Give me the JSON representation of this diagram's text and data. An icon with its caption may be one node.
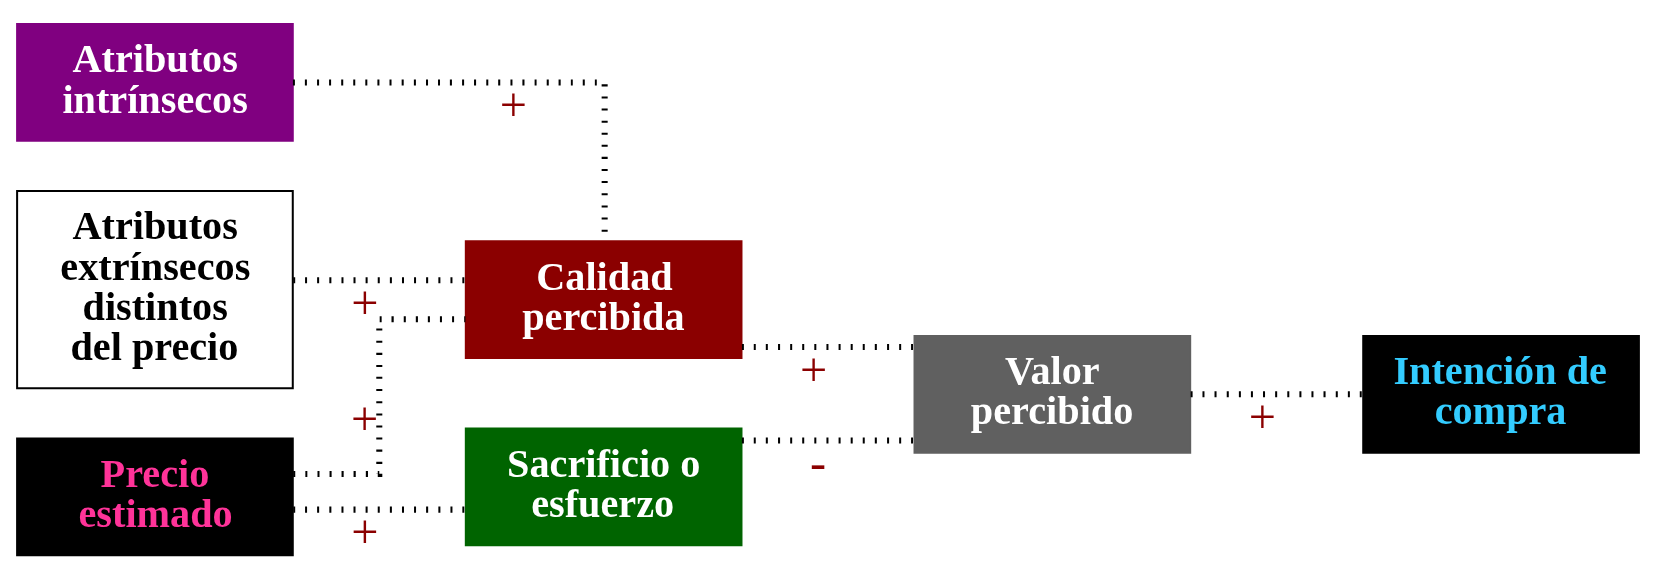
{
  "diagram": {
    "nodes": [
      {
        "text": [
          "Atributos intrínsecos"
        ]
      },
      {
        "text": [
          "Atributos extrínsecos distintos del precio"
        ]
      },
      {
        "text": [
          "Precio estimado"
        ]
      },
      {
        "text": [
          "Calidad percibida"
        ]
      },
      {
        "text": [
          "Sacrificio o esfuerzo"
        ]
      },
      {
        "text": [
          "Valor percibido"
        ]
      },
      {
        "text": [
          "Intención de compra"
        ]
      }
    ],
    "edges": [
      {
        "from": 0,
        "to": 3,
        "arrow": "none",
        "style": "dashed",
        "label": "+"
      },
      {
        "from": 1,
        "to": 3,
        "arrow": "none",
        "style": "dashed",
        "label": "+"
      },
      {
        "from": 2,
        "to": 3,
        "arrow": "none",
        "style": "dashed",
        "label": "+"
      },
      {
        "from": 2,
        "to": 4,
        "arrow": "none",
        "style": "dashed",
        "label": "+"
      },
      {
        "from": 3,
        "to": 5,
        "arrow": "none",
        "style": "dashed",
        "label": "+"
      },
      {
        "from": 4,
        "to": 5,
        "arrow": "none",
        "style": "dashed",
        "label": "-"
      },
      {
        "from": 5,
        "to": 6,
        "arrow": "none",
        "style": "dashed",
        "label": "+"
      }
    ]
  }
}
